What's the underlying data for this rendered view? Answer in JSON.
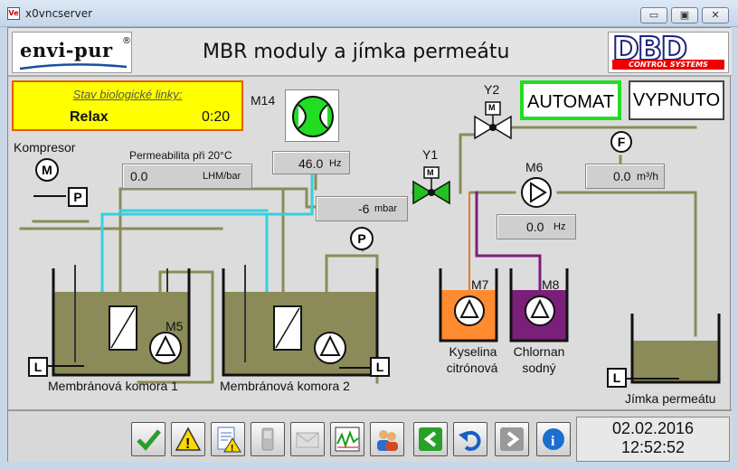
{
  "window": {
    "title": "x0vncserver",
    "app_icon": "Ve",
    "minimize": "▭",
    "maximize": "▣",
    "close": "✕"
  },
  "header": {
    "logo_left": "envi-pur",
    "logo_left_mark": "®",
    "title": "MBR moduly a jímka permeátu",
    "logo_right": "DBD",
    "logo_right_sub": "CONTROL SYSTEMS"
  },
  "status": {
    "label": "Stav biologické linky:",
    "state": "Relax",
    "time": "0:20"
  },
  "modes": {
    "automat": "AUTOMAT",
    "vypnuto": "VYPNUTO"
  },
  "labels": {
    "m14": "M14",
    "kompresor": "Kompresor",
    "permeabilita": "Permeabilita při 20°C",
    "y1": "Y1",
    "y2": "Y2",
    "m6": "M6",
    "m5": "M5",
    "m7": "M7",
    "m8": "M8",
    "komora1": "Membránová komora 1",
    "komora2": "Membránová komora 2",
    "kyselina_1": "Kyselina",
    "kyselina_2": "citrónová",
    "chlornan_1": "Chlornan",
    "chlornan_2": "sodný",
    "jimka": "Jímka permeátu"
  },
  "values": {
    "permeabilita": {
      "value": "0.0",
      "unit": "LHM/bar"
    },
    "m14_freq": {
      "value": "46.0",
      "unit": "Hz"
    },
    "pressure": {
      "value": "-6",
      "unit": "mbar"
    },
    "flow": {
      "value": "0.0",
      "unit": "m³/h"
    },
    "m6_freq": {
      "value": "0.0",
      "unit": "Hz"
    }
  },
  "symbols": {
    "m": "M",
    "p": "P",
    "l": "L",
    "f": "F"
  },
  "toolbar": {
    "icons": [
      "check-icon",
      "warning-icon",
      "report-warning-icon",
      "phone-icon",
      "mail-icon",
      "trend-chart-icon",
      "users-icon",
      "back-arrow-icon",
      "undo-icon",
      "forward-arrow-icon",
      "info-icon"
    ]
  },
  "datetime": {
    "date": "02.02.2016",
    "time": "12:52:52"
  },
  "colors": {
    "sludge": "#8b8b5a",
    "pipe_cyan": "#35d0e0",
    "pipe_orange": "#e07a30",
    "pipe_purple": "#7a1f7a",
    "valve_green": "#22c022",
    "active_green": "#22dd22",
    "status_yellow": "#ffff00"
  }
}
